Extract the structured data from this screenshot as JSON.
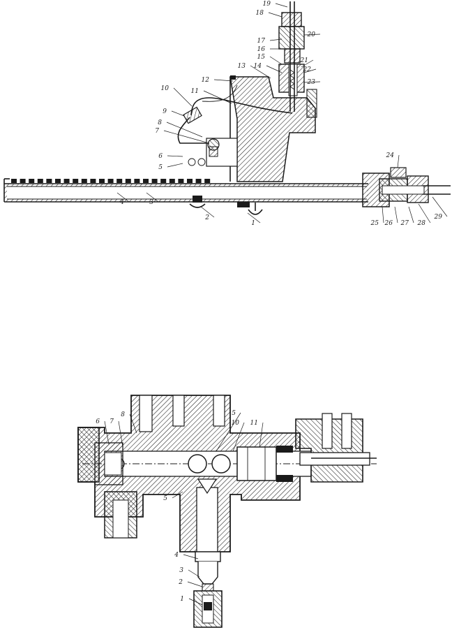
{
  "figure_top": {
    "labels": [
      "1",
      "2",
      "3",
      "4",
      "5",
      "6",
      "7",
      "8",
      "9",
      "10",
      "11",
      "12",
      "13",
      "14",
      "15",
      "16",
      "17",
      "18",
      "19",
      "20",
      "21",
      "22",
      "23",
      "24",
      "25",
      "26",
      "27",
      "28",
      "29"
    ]
  },
  "figure_bottom": {
    "labels": [
      "1",
      "2",
      "3",
      "4",
      "5",
      "5",
      "6",
      "7",
      "8",
      "10",
      "11"
    ]
  }
}
